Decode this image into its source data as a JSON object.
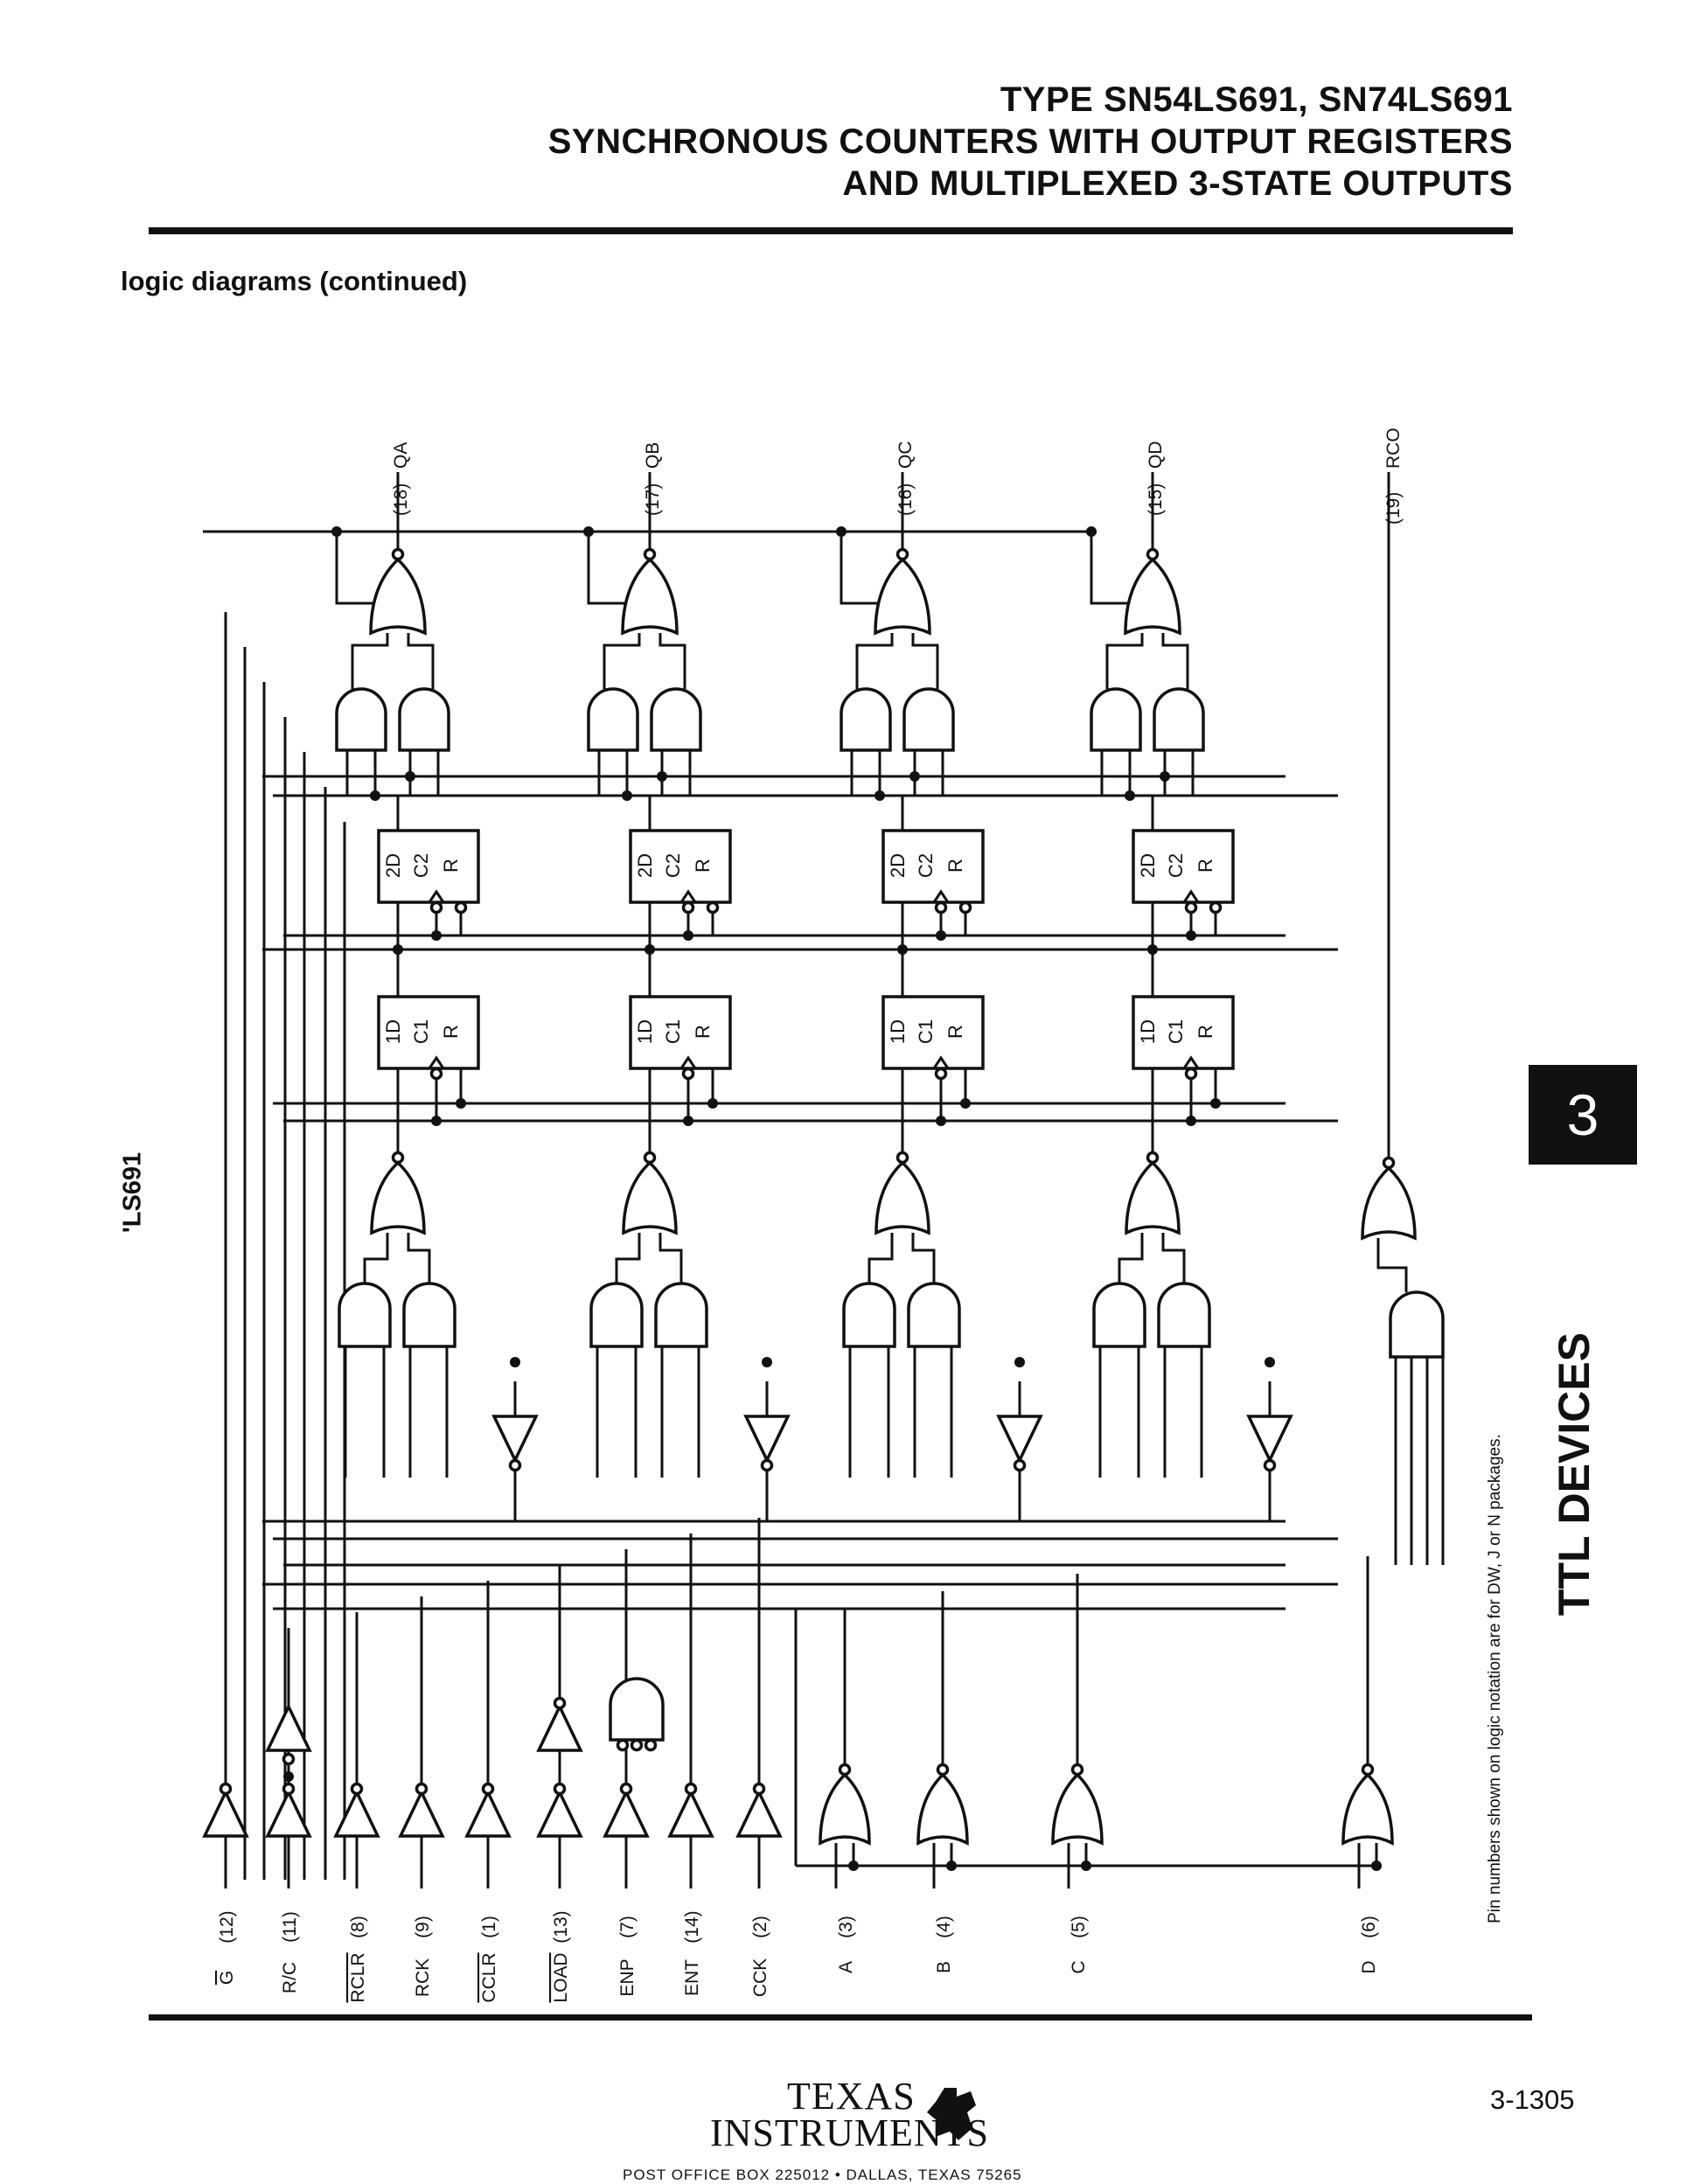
{
  "header": {
    "line1": "TYPE SN54LS691, SN74LS691",
    "line2": "SYNCHRONOUS COUNTERS WITH OUTPUT REGISTERS",
    "line3": "AND MULTIPLEXED 3-STATE OUTPUTS"
  },
  "section_title": "logic diagrams (continued)",
  "side_label": "'LS691",
  "tab": {
    "number": "3",
    "title": "TTL DEVICES"
  },
  "pin_note": "Pin numbers shown on logic notation are for DW, J or N packages.",
  "outputs": [
    {
      "pin": "(18)",
      "name": "QA"
    },
    {
      "pin": "(17)",
      "name": "QB"
    },
    {
      "pin": "(16)",
      "name": "QC"
    },
    {
      "pin": "(15)",
      "name": "QD"
    },
    {
      "pin": "(19)",
      "name": "RCO"
    }
  ],
  "inputs": [
    {
      "pin": "(12)",
      "name": "G",
      "overbar": true
    },
    {
      "pin": "(11)",
      "name": "R/C",
      "overbar": false
    },
    {
      "pin": "(8)",
      "name": "RCLR",
      "overbar": true
    },
    {
      "pin": "(9)",
      "name": "RCK",
      "overbar": false
    },
    {
      "pin": "(1)",
      "name": "CCLR",
      "overbar": true
    },
    {
      "pin": "(13)",
      "name": "LOAD",
      "overbar": true
    },
    {
      "pin": "(7)",
      "name": "ENP",
      "overbar": false
    },
    {
      "pin": "(14)",
      "name": "ENT",
      "overbar": false
    },
    {
      "pin": "(2)",
      "name": "CCK",
      "overbar": false
    },
    {
      "pin": "(3)",
      "name": "A",
      "overbar": false
    },
    {
      "pin": "(4)",
      "name": "B",
      "overbar": false
    },
    {
      "pin": "(5)",
      "name": "C",
      "overbar": false
    },
    {
      "pin": "(6)",
      "name": "D",
      "overbar": false
    }
  ],
  "flipflops": {
    "register": [
      "2D",
      "C2",
      "R"
    ],
    "counter": [
      "1D",
      "C1",
      "R"
    ]
  },
  "footer": {
    "company_line1": "TEXAS",
    "company_line2": "INSTRUMENTS",
    "address": "POST OFFICE BOX 225012 • DALLAS, TEXAS 75265",
    "page_number": "3-1305"
  }
}
